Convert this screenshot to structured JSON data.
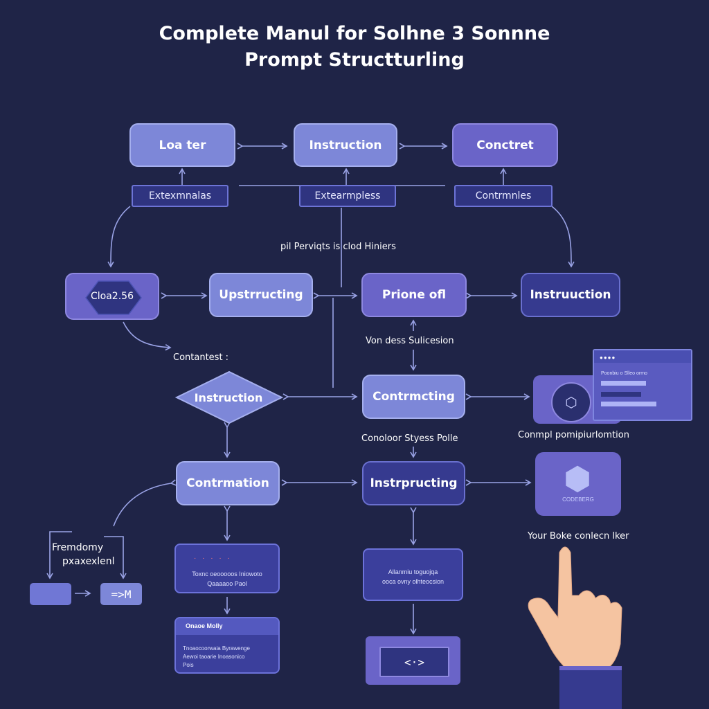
{
  "title": {
    "line1": "Complete Manul for Solhne 3 Sonnne",
    "line2": "Prompt Structturling"
  },
  "row1": {
    "left": "Loa ter",
    "center": "Instruction",
    "right": "Conctret"
  },
  "tags": {
    "left": "Extexmnalas",
    "center": "Extearmpless",
    "right": "Contrmnles"
  },
  "row2": {
    "hex": "Cloa2.56",
    "upstructing": "Upstrructing",
    "prione": "Prione ofl",
    "instruction": "Instruuction"
  },
  "labels": {
    "top_center": "pil Perviqts is clod Hiniers",
    "under_prione": "Von dess Sulicesion",
    "contantest": "Contantest :",
    "conoloor": "Conoloor Styess Polle",
    "compl": "Conmpl pomipiurlomtion",
    "your_boke": "Your Boke conlecn lker",
    "fremdomy_1": "Fremdomy",
    "fremdomy_2": "pxaxexlenl"
  },
  "row3": {
    "diamond": "Instruction",
    "contrmcting": "Contrmcting"
  },
  "row4": {
    "contrmation": "Contrmation",
    "instrpructing": "Instrpructing",
    "badge_caption": "CODEBERG"
  },
  "small_nodes": {
    "arrow_box": "=>M"
  },
  "cards": {
    "left_mid_line1": "Toxnc oeooooos Iniowoto",
    "left_mid_line2": "Qaaaaoo Paol",
    "left_bottom_title": "Onaoe Molly",
    "left_bottom_line1": "Tnoaocoorwaia Byrawenge",
    "left_bottom_line2": "Aewoi taoarie Inoasonico",
    "left_bottom_line3": "Pois",
    "center_mid_line1": "Allanmiu toguojqa",
    "center_mid_line2": "ooca ovny olhteocsion",
    "center_bottom_code": "<·>"
  },
  "window_card": {
    "header_text": "Poonbiu o Slleo ormo"
  },
  "colors": {
    "background": "#1f2447",
    "node_light": "#7d87d8",
    "node_mid": "#6a64c8",
    "node_dark": "#363a8f",
    "connector": "#9aa3e6"
  }
}
